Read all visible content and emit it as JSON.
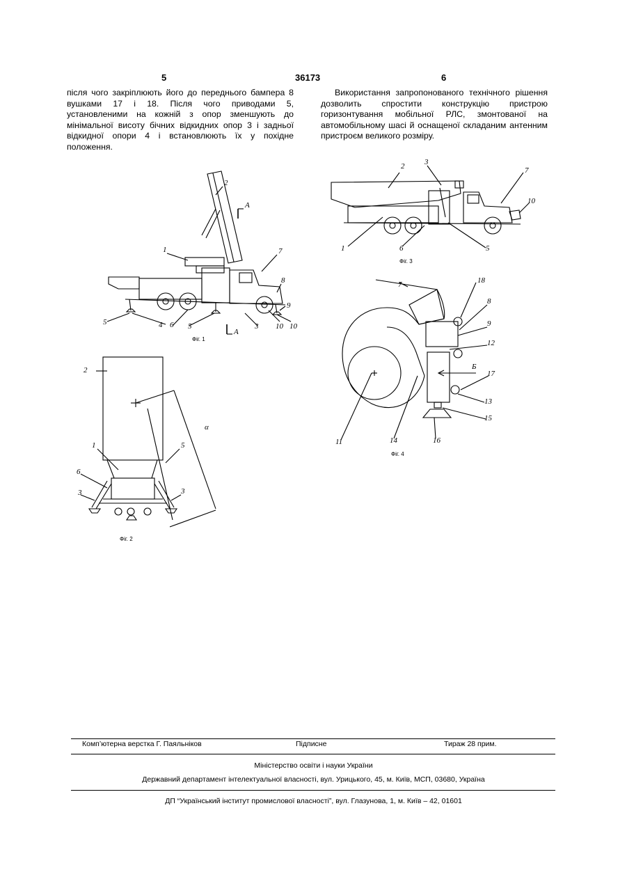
{
  "header": {
    "left_page": "5",
    "doc_number": "36173",
    "right_page": "6"
  },
  "left_column": {
    "text": "після чого закріплюють його до переднього бампера 8 вушками 17 і 18. Після чого приводами 5, установленими на кожній з опор зменшують до мінімальної висоту бічних відкидних опор 3 і задньої відкидної опори 4 і встановлюють їх у похідне положення."
  },
  "right_column": {
    "text": "Використання запропонованого технічного рішення дозволить спростити конструкцію пристрою горизонтування мобільної РЛС, змонтованої на автомобільному шасі й оснащеної складаним антенним пристроєм великого розміру."
  },
  "figures": {
    "fig1": {
      "caption": "Фіг. 1",
      "labels": [
        "2",
        "A",
        "1",
        "7",
        "8",
        "9",
        "10",
        "10",
        "3",
        "5",
        "6",
        "4",
        "5",
        "A"
      ]
    },
    "fig2": {
      "caption": "Фіг. 2",
      "labels": [
        "2",
        "α",
        "5",
        "1",
        "6",
        "3",
        "3"
      ]
    },
    "fig3": {
      "caption": "Фіг. 3",
      "labels": [
        "2",
        "3",
        "7",
        "10",
        "1",
        "6",
        "5"
      ]
    },
    "fig4": {
      "caption": "Фіг. 4",
      "labels": [
        "7",
        "18",
        "8",
        "9",
        "12",
        "Б",
        "17",
        "13",
        "15",
        "11",
        "14",
        "16"
      ]
    }
  },
  "footer": {
    "typesetting": "Комп’ютерна верстка Г. Паяльніков",
    "signed": "Підписне",
    "circulation": "Тираж 28 прим.",
    "ministry": "Міністерство освіти і науки України",
    "department": "Державний департамент інтелектуальної власності, вул. Урицького, 45, м. Київ, МСП, 03680, Україна",
    "institute": "ДП “Український інститут промислової власності”, вул. Глазунова, 1, м. Київ – 42, 01601"
  }
}
